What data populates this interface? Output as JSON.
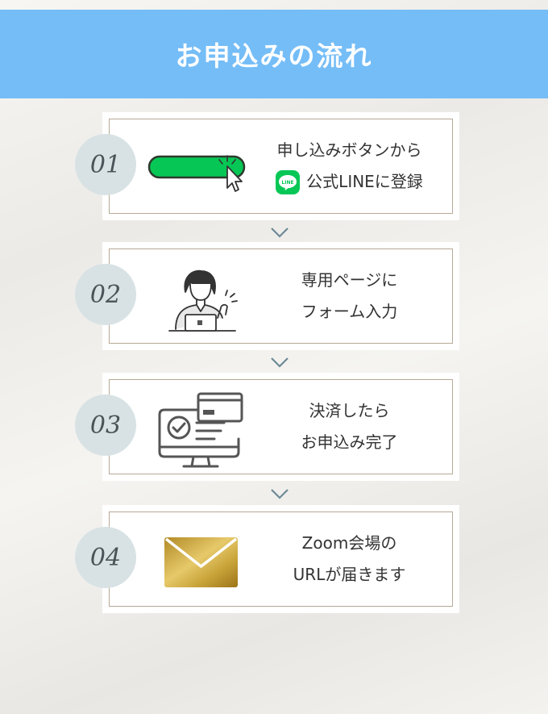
{
  "header": {
    "title": "お申込みの流れ"
  },
  "steps": [
    {
      "number": "01",
      "line1": "申し込みボタンから",
      "line2": "公式LINEに登録",
      "badge_text": "LINE",
      "icon": "pointer-hand-icon"
    },
    {
      "number": "02",
      "line1": "専用ページに",
      "line2": "フォーム入力",
      "icon": "person-laptop-icon"
    },
    {
      "number": "03",
      "line1": "決済したら",
      "line2": "お申込み完了",
      "icon": "monitor-card-check-icon"
    },
    {
      "number": "04",
      "line1": "Zoom会場の",
      "line2": "URLが届きます",
      "icon": "envelope-icon"
    }
  ],
  "colors": {
    "header_bg": "#75bdf7",
    "line_green": "#06c755",
    "number_circle": "#d8e2e4",
    "frame_border": "#b7a996",
    "envelope_gold": "#c9a43a"
  }
}
